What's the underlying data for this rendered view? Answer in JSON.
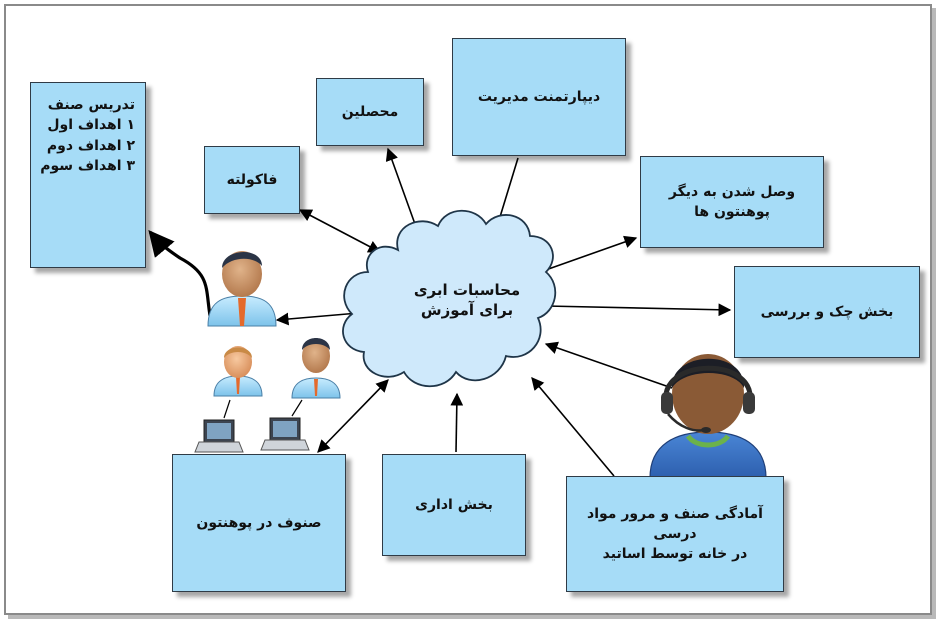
{
  "colors": {
    "box_fill": "#a6dcf7",
    "cloud_fill": "#cfe9fb",
    "border": "#2f3b46"
  },
  "center": {
    "label": "محاسبات ابری\nبرای آموزش"
  },
  "boxes": {
    "class_objectives": "تدریس صنف\n۱  اهداف اول\n۲  اهداف دوم\n۳  اهداف سوم",
    "graduates": "محصلین",
    "management_department": "دیپارتمنت مدیریت",
    "faculty": "فاکولته",
    "connect_universities": "وصل شدن به دیگر\nپوهنتون ها",
    "review_section": "بخش چک و بررسی",
    "university_classes": "صنوف در پوهنتون",
    "administration": "بخش اداری",
    "teacher_preparation": "آمادگی صنف و مرور مواد درسی\nدر خانه توسط اساتید"
  },
  "icons": {
    "teacher": "teacher-avatar-icon",
    "student_1": "student-avatar-icon",
    "student_2": "student-avatar-icon",
    "laptop_1": "laptop-icon",
    "laptop_2": "laptop-icon",
    "headset_user": "headset-user-icon"
  }
}
